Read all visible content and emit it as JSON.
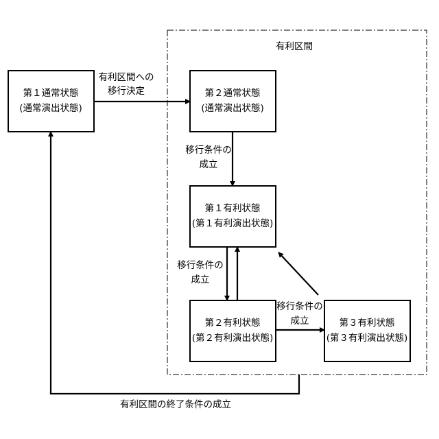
{
  "region": {
    "label": "有利区間"
  },
  "nodes": {
    "normal1": {
      "line1": "第１通常状態",
      "line2": "(通常演出状態)"
    },
    "normal2": {
      "line1": "第２通常状態",
      "line2": "(通常演出状態)"
    },
    "favorable1": {
      "line1": "第１有利状態",
      "line2": "(第１有利演出状態)"
    },
    "favorable2": {
      "line1": "第２有利状態",
      "line2": "(第２有利演出状態)"
    },
    "favorable3": {
      "line1": "第３有利状態",
      "line2": "(第３有利演出状態)"
    }
  },
  "edges": {
    "to_region": {
      "line1": "有利区間への",
      "line2": "移行決定"
    },
    "n2_to_f1": {
      "line1": "移行条件の",
      "line2": "成立"
    },
    "f1_to_f2": {
      "line1": "移行条件の",
      "line2": "成立"
    },
    "f2_to_f3": {
      "line1": "移行条件の",
      "line2": "成立"
    },
    "end": {
      "label": "有利区間の終了条件の成立"
    }
  }
}
